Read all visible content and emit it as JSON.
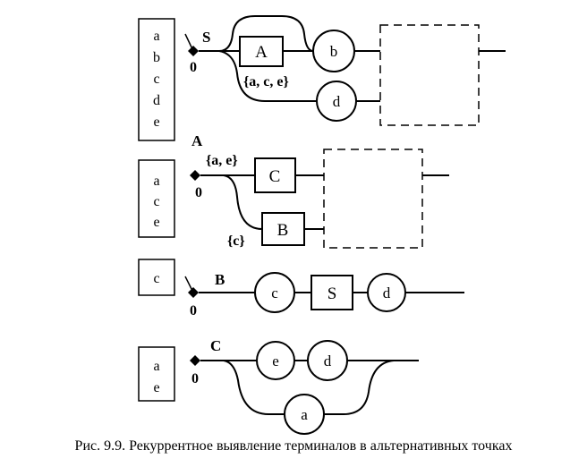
{
  "input_boxes": {
    "s": [
      "a",
      "b",
      "c",
      "d",
      "e"
    ],
    "a": [
      "a",
      "c",
      "e"
    ],
    "b": [
      "c"
    ],
    "c": [
      "a",
      "e"
    ]
  },
  "rules": {
    "s": {
      "name": "S",
      "start_mark": "0",
      "branch_a": "A",
      "branch_a_set": "{a, c, e}",
      "term_b": "b",
      "term_d": "d"
    },
    "a": {
      "name": "A",
      "start_mark": "0",
      "branch_c": "C",
      "branch_c_set": "{a, e}",
      "branch_b": "B",
      "branch_b_set": "{c}"
    },
    "b": {
      "name": "B",
      "start_mark": "0",
      "term_c": "c",
      "nonterm_s": "S",
      "term_d": "d"
    },
    "c": {
      "name": "C",
      "start_mark": "0",
      "term_e": "e",
      "term_d": "d",
      "term_a": "a"
    }
  },
  "caption": "Рис. 9.9. Рекуррентное выявление терминалов в альтернативных точках"
}
